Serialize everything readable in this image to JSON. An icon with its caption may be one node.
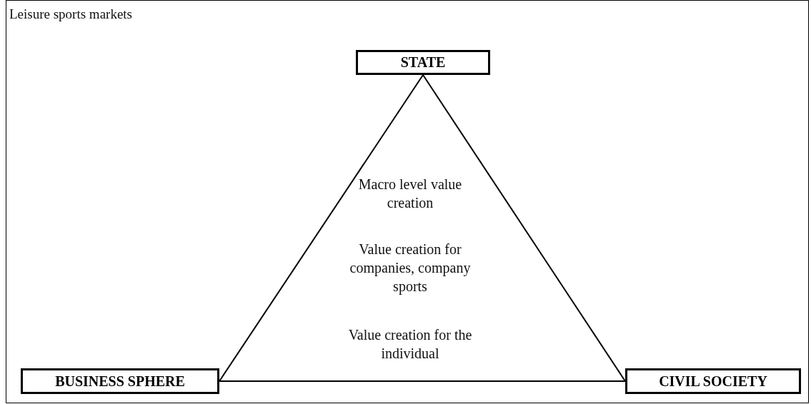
{
  "diagram": {
    "nodes": [
      {
        "text": [
          "Leisure sports markets"
        ]
      },
      {
        "text": [
          "STATE"
        ],
        "in": 0
      },
      {
        "text": [
          "BUSINESS SPHERE"
        ],
        "in": 0
      },
      {
        "text": [
          "CIVIL SOCIETY"
        ],
        "in": 0
      }
    ],
    "edges": [
      {
        "from": 1,
        "to": 2,
        "arrow": "none"
      },
      {
        "from": 1,
        "to": 3,
        "arrow": "none"
      },
      {
        "from": 2,
        "to": 3,
        "arrow": "none"
      }
    ],
    "labels": [
      "Macro level value creation",
      "Value creation for companies, company sports",
      "Value creation for the individual"
    ]
  }
}
